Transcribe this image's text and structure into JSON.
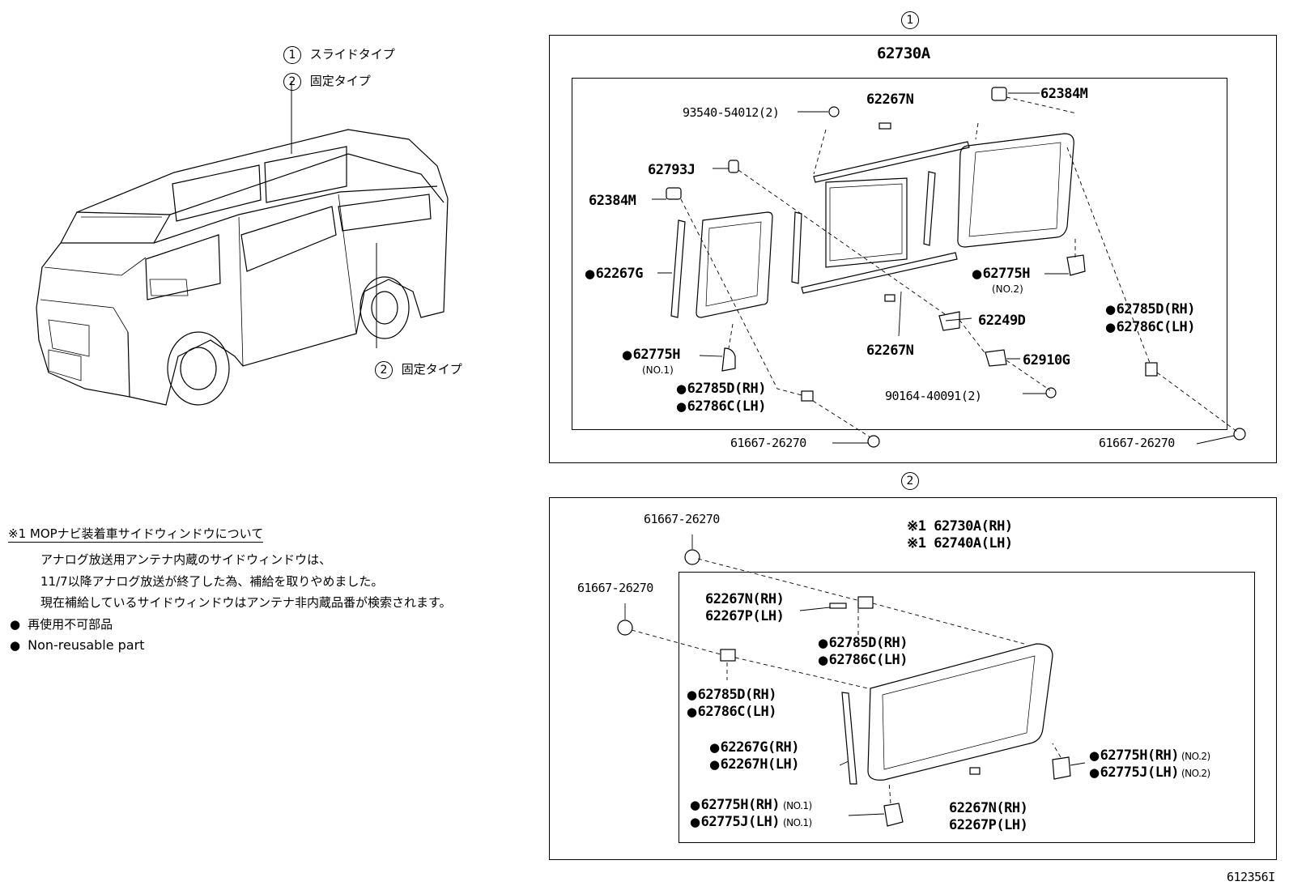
{
  "legend_top": {
    "item1_num": "1",
    "item1_label": "スライドタイプ",
    "item2_num": "2",
    "item2_label": "固定タイプ",
    "item2b_num": "2",
    "item2b_label": "固定タイプ"
  },
  "note": {
    "title": "※1 MOPナビ装着車サイドウィンドウについて",
    "line1": "アナログ放送用アンテナ内蔵のサイドウィンドウは、",
    "line2": "11/7以降アナログ放送が終了した為、補給を取りやめました。",
    "line3": "現在補給しているサイドウィンドウはアンテナ非内蔵品番が検索されます。",
    "nonreuse_jp": "再使用不可部品",
    "nonreuse_en": "Non-reusable part"
  },
  "section1": {
    "num": "1",
    "assembly": "62730A",
    "parts": {
      "p93540": "93540-54012(2)",
      "p62267N_top": "62267N",
      "p62384M_top": "62384M",
      "p62793J": "62793J",
      "p62384M_left": "62384M",
      "p62267G": "62267G",
      "p62775H_no2": "62775H",
      "p62775H_no2_sub": "(NO.2)",
      "p62785D_right": "62785D(RH)",
      "p62786C_right": "62786C(LH)",
      "p62249D": "62249D",
      "p62267N_bottom": "62267N",
      "p62910G": "62910G",
      "p62775H_no1": "62775H",
      "p62775H_no1_sub": "(NO.1)",
      "p62785D_left": "62785D(RH)",
      "p62786C_left": "62786C(LH)",
      "p90164": "90164-40091(2)",
      "p61667_left": "61667-26270",
      "p61667_right": "61667-26270"
    }
  },
  "section2": {
    "num": "2",
    "asm_rh": "※1 62730A(RH)",
    "asm_lh": "※1 62740A(LH)",
    "parts": {
      "p61667_a": "61667-26270",
      "p61667_b": "61667-26270",
      "p62267N_rh": "62267N(RH)",
      "p62267P_lh": "62267P(LH)",
      "p62785D_a": "62785D(RH)",
      "p62786C_a": "62786C(LH)",
      "p62785D_b": "62785D(RH)",
      "p62786C_b": "62786C(LH)",
      "p62267G_rh": "62267G(RH)",
      "p62267H_lh": "62267H(LH)",
      "p62775H_rh_no1": "62775H(RH)",
      "p62775J_lh_no1": "62775J(LH)",
      "no1_a": "(NO.1)",
      "no1_b": "(NO.1)",
      "p62775H_rh_no2": "62775H(RH)",
      "p62775J_lh_no2": "62775J(LH)",
      "no2_a": "(NO.2)",
      "no2_b": "(NO.2)",
      "p62267N_rh2": "62267N(RH)",
      "p62267P_lh2": "62267P(LH)"
    }
  },
  "figure_id": "612356I"
}
